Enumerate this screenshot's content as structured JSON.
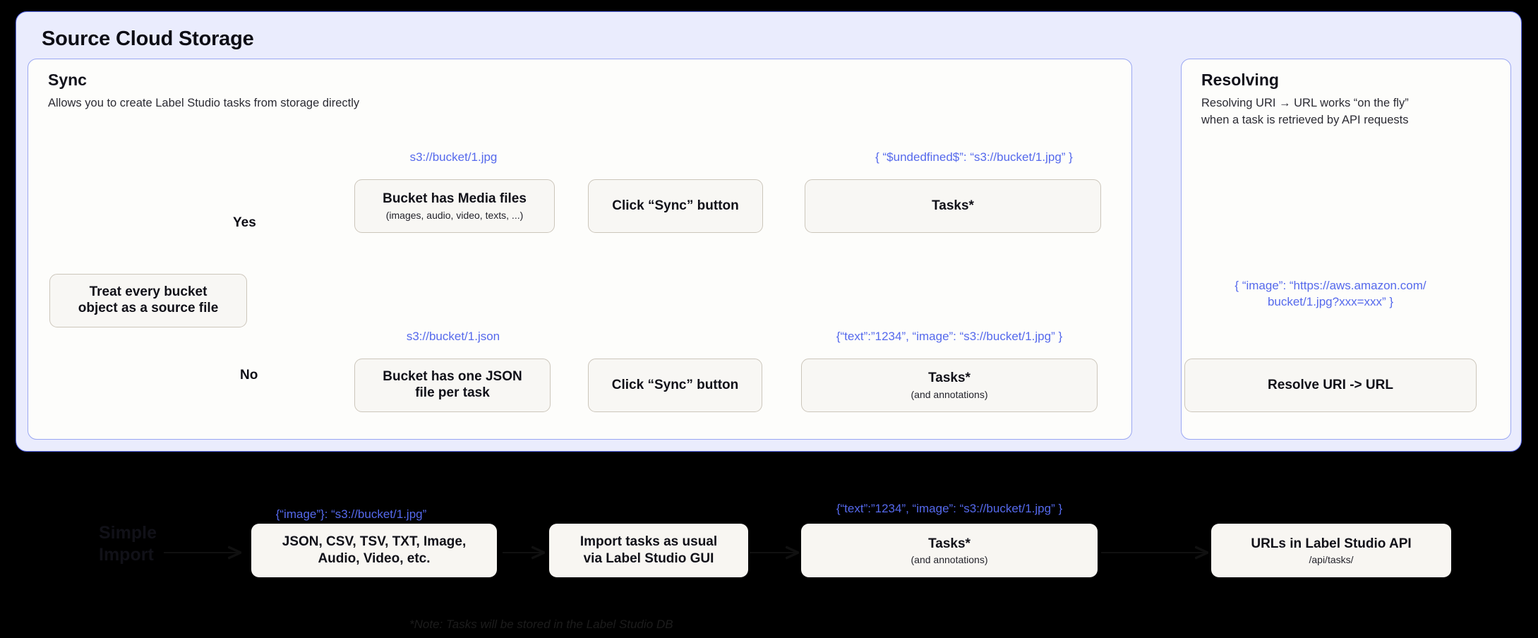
{
  "outer_panel": {
    "title": "Source Cloud Storage"
  },
  "sync_card": {
    "title": "Sync",
    "subtitle": "Allows you to create Label Studio tasks from storage directly",
    "branch_yes": "Yes",
    "branch_no": "No",
    "decision_node": "Treat every bucket\nobject as a source file",
    "yes_row": {
      "uri_label": "s3://bucket/1.jpg",
      "node1_title": "Bucket has Media files",
      "node1_sub": "(images, audio, video, texts, ...)",
      "node2_title": "Click “Sync” button",
      "json_label": "{ “$undedfined$”: “s3://bucket/1.jpg” }",
      "node3_title": "Tasks*"
    },
    "no_row": {
      "uri_label": "s3://bucket/1.json",
      "node1_title": "Bucket has one JSON\nfile per task",
      "node2_title": "Click “Sync” button",
      "json_label": "{“text”:”1234”,  “image”: “s3://bucket/1.jpg” }",
      "node3_title": "Tasks*",
      "node3_sub": "(and annotations)"
    }
  },
  "resolving_card": {
    "title": "Resolving",
    "subtitle": "Resolving URI → URL works “on the fly”\nwhen a task is retrieved by API requests",
    "json_label": "{ “image”: “https://aws.amazon.com/\nbucket/1.jpg?xxx=xxx” }",
    "node_title": "Resolve URI -> URL"
  },
  "bottom_section": {
    "caption": "Simple\nImport",
    "formats_json_label": "{“image”}: “s3://bucket/1.jpg”",
    "formats_node": "JSON, CSV, TSV, TXT, Image,\nAudio, Video, etc.",
    "import_node": "Import tasks as usual\nvia Label Studio GUI",
    "tasks_json_label": "{“text”:”1234”,  “image”: “s3://bucket/1.jpg” }",
    "tasks_node_title": "Tasks*",
    "tasks_node_sub": "(and annotations)",
    "api_node_title": "URLs in Label Studio API",
    "api_node_sub": "/api/tasks/",
    "note": "*Note: Tasks will be stored in the Label Studio DB"
  },
  "colors": {
    "page_background": "#000000",
    "outer_panel_bg": "#eaecfd",
    "outer_panel_border": "#5a6bf0",
    "card_bg": "#fdfdfb",
    "card_border": "#9aa7f2",
    "node_bg": "#f8f7f4",
    "node_border": "#ccc6bb",
    "accent_blue_text": "#5569ec",
    "wire": "#1a1a1a"
  }
}
